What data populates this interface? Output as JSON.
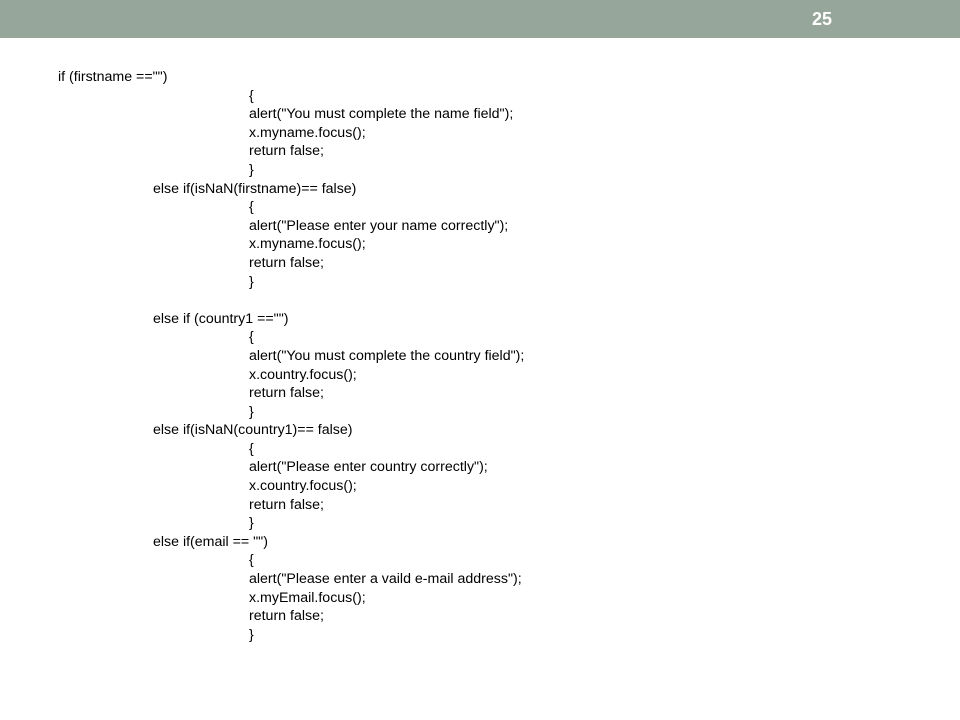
{
  "slide": {
    "number": "25",
    "header_color": "#97a69a",
    "text_color": "#000000"
  },
  "code_lines": [
    {
      "indent": 0,
      "text": "if (firstname ==\"\")"
    },
    {
      "indent": 2,
      "text": "{"
    },
    {
      "indent": 2,
      "text": "alert(\"You must complete the name field\");"
    },
    {
      "indent": 2,
      "text": "x.myname.focus();"
    },
    {
      "indent": 2,
      "text": "return false;"
    },
    {
      "indent": 2,
      "text": "}"
    },
    {
      "indent": 1,
      "text": "else if(isNaN(firstname)== false)"
    },
    {
      "indent": 2,
      "text": "{"
    },
    {
      "indent": 2,
      "text": "alert(\"Please enter your name correctly\");"
    },
    {
      "indent": 2,
      "text": "x.myname.focus();"
    },
    {
      "indent": 2,
      "text": "return false;"
    },
    {
      "indent": 2,
      "text": "}"
    },
    {
      "indent": 0,
      "text": ""
    },
    {
      "indent": 1,
      "text": "else if (country1 ==\"\")"
    },
    {
      "indent": 2,
      "text": "{"
    },
    {
      "indent": 2,
      "text": "alert(\"You must complete the country field\");"
    },
    {
      "indent": 2,
      "text": "x.country.focus();"
    },
    {
      "indent": 2,
      "text": "return false;"
    },
    {
      "indent": 2,
      "text": "}"
    },
    {
      "indent": 1,
      "text": "else if(isNaN(country1)== false)"
    },
    {
      "indent": 2,
      "text": "{"
    },
    {
      "indent": 2,
      "text": "alert(\"Please enter country correctly\");"
    },
    {
      "indent": 2,
      "text": "x.country.focus();"
    },
    {
      "indent": 2,
      "text": "return false;"
    },
    {
      "indent": 2,
      "text": "}"
    },
    {
      "indent": 1,
      "text": "else if(email == \"\")"
    },
    {
      "indent": 2,
      "text": "{"
    },
    {
      "indent": 2,
      "text": "alert(\"Please enter a vaild e-mail address\");"
    },
    {
      "indent": 2,
      "text": "x.myEmail.focus();"
    },
    {
      "indent": 2,
      "text": "return false;"
    },
    {
      "indent": 2,
      "text": "}"
    }
  ]
}
